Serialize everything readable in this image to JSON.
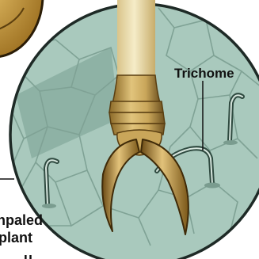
{
  "labels": {
    "trichome": "Trichome",
    "corner_lines": [
      "npaled",
      "plant",
      "u"
    ]
  },
  "colors": {
    "leaf_surface": "#a9c9bd",
    "leaf_dark": "#86aa9d",
    "cell_lines": "#7fa295",
    "circle_border": "#1e2a26",
    "trichome_green": "#4e6e62",
    "leg_light": "#efe3b4",
    "leg_dark": "#8a6d2d",
    "claw_gold": "#b98e3e",
    "claw_dark": "#5a3f12"
  },
  "icons": {
    "magnifier": "magnified-circle",
    "insect_leg": "insect-leg-with-claws"
  }
}
